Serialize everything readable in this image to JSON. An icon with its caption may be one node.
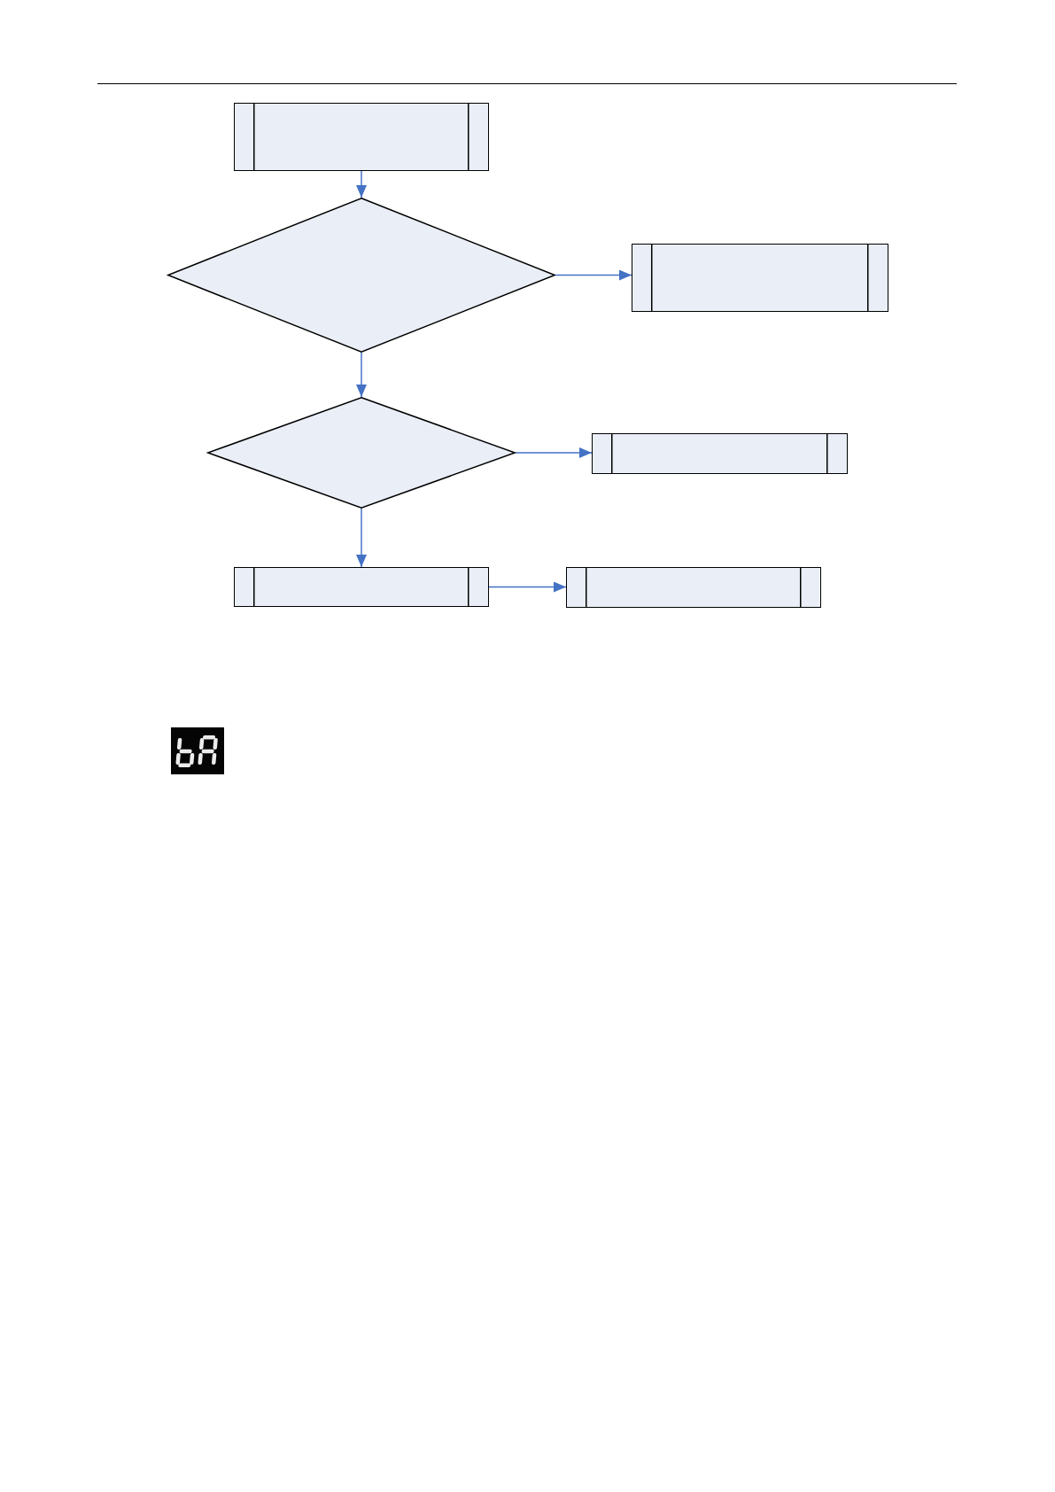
{
  "diagram": {
    "nodes": [
      {
        "text": [],
        "shape": "box"
      },
      {
        "text": [],
        "shape": "diamond"
      },
      {
        "text": [],
        "shape": "box"
      },
      {
        "text": [],
        "shape": "diamond"
      },
      {
        "text": [],
        "shape": "box"
      },
      {
        "text": [],
        "shape": "box"
      },
      {
        "text": [],
        "shape": "box"
      }
    ],
    "edges": [
      {
        "from": 0,
        "to": 1,
        "arrow": "to"
      },
      {
        "from": 1,
        "to": 2,
        "arrow": "to"
      },
      {
        "from": 1,
        "to": 3,
        "arrow": "to"
      },
      {
        "from": 3,
        "to": 4,
        "arrow": "to"
      },
      {
        "from": 3,
        "to": 5,
        "arrow": "to"
      },
      {
        "from": 5,
        "to": 6,
        "arrow": "to"
      }
    ]
  }
}
